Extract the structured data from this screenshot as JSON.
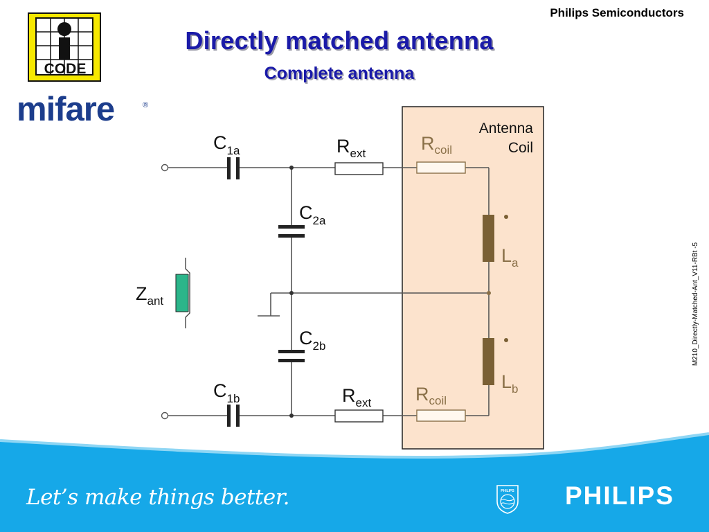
{
  "header": {
    "company": "Philips Semiconductors",
    "title": "Directly matched antenna",
    "subtitle": "Complete antenna"
  },
  "logos": {
    "code_logo": "CODE",
    "mifare": "mifare",
    "mifare_reg": "®",
    "philips_shield": "PHILIPS",
    "philips_wordmark": "PHILIPS"
  },
  "footer": {
    "tagline": "Let’s make things better.",
    "side_code": "M210_Directly-Matched-Ant_V11-RBt -5"
  },
  "diagram": {
    "antenna_box_label_1": "Antenna",
    "antenna_box_label_2": "Coil",
    "components": {
      "c1a": {
        "main": "C",
        "sub": "1a"
      },
      "c2a": {
        "main": "C",
        "sub": "2a"
      },
      "c2b": {
        "main": "C",
        "sub": "2b"
      },
      "c1b": {
        "main": "C",
        "sub": "1b"
      },
      "rext_top": {
        "main": "R",
        "sub": "ext"
      },
      "rext_bottom": {
        "main": "R",
        "sub": "ext"
      },
      "rcoil_top": {
        "main": "R",
        "sub": "coil"
      },
      "rcoil_bottom": {
        "main": "R",
        "sub": "coil"
      },
      "la": {
        "main": "L",
        "sub": "a"
      },
      "lb": {
        "main": "L",
        "sub": "b"
      },
      "zant": {
        "main": "Z",
        "sub": "ant"
      }
    },
    "colors": {
      "wire": "#555555",
      "component": "#222222",
      "coil_box_fill": "#fce3cd",
      "coil_part": "#7a6035",
      "coil_label": "#8a7048",
      "z_fill": "#2bb58a",
      "footer_blue": "#16a8e8"
    }
  }
}
